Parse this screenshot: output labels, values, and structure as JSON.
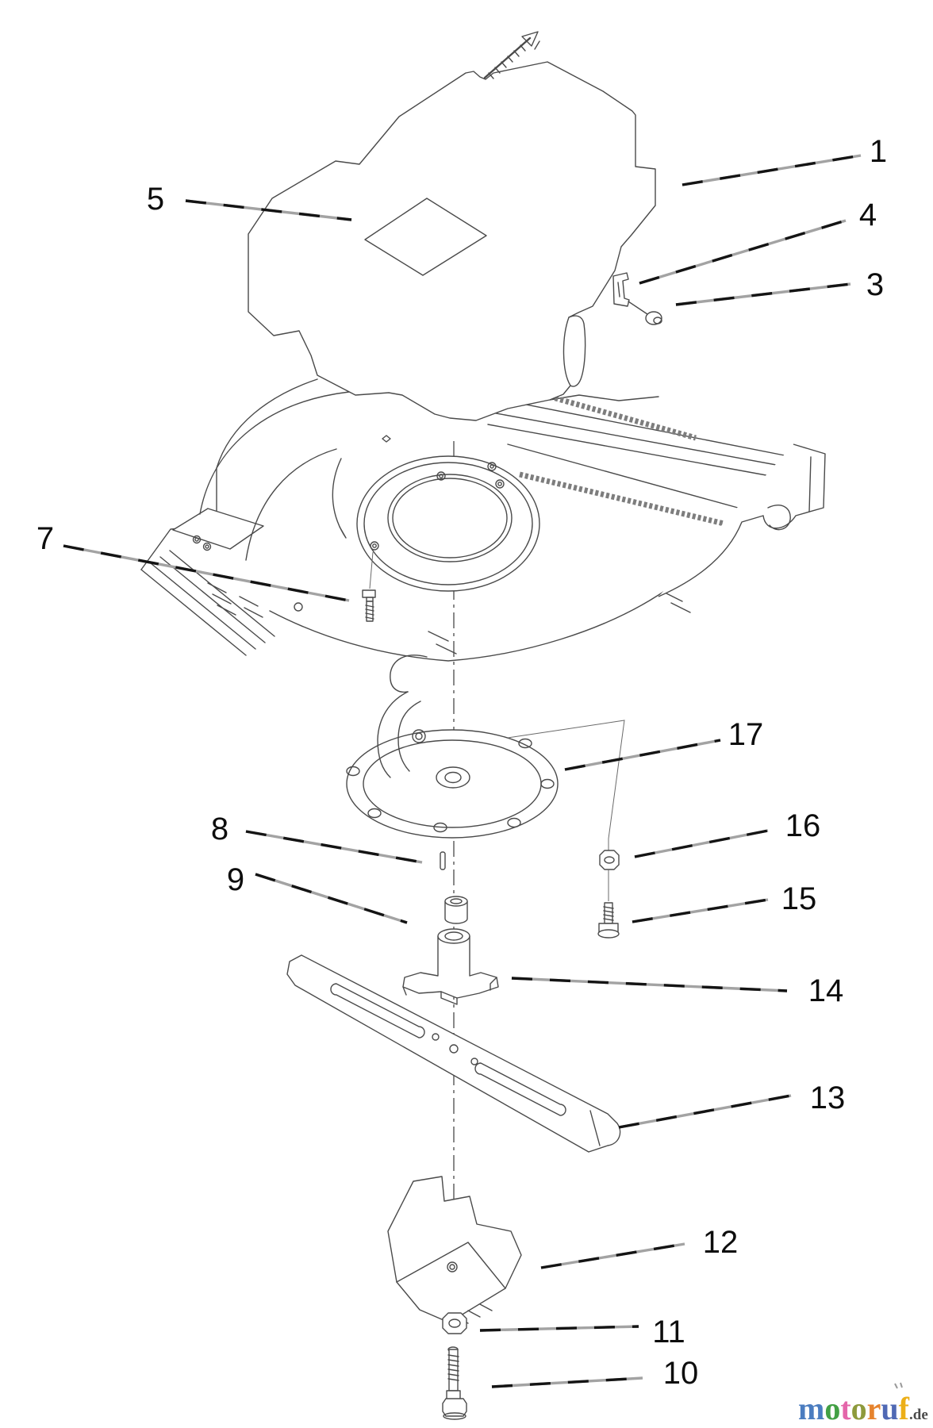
{
  "figure": {
    "kind": "exploded-parts-diagram",
    "callouts": [
      {
        "label": "1"
      },
      {
        "label": "3"
      },
      {
        "label": "4"
      },
      {
        "label": "5"
      },
      {
        "label": "7"
      },
      {
        "label": "8"
      },
      {
        "label": "9"
      },
      {
        "label": "10"
      },
      {
        "label": "11"
      },
      {
        "label": "12"
      },
      {
        "label": "13"
      },
      {
        "label": "14"
      },
      {
        "label": "15"
      },
      {
        "label": "16"
      },
      {
        "label": "17"
      }
    ]
  },
  "watermark": {
    "brand_letters": [
      {
        "ch": "m",
        "color": "#4b7dc0"
      },
      {
        "ch": "o",
        "color": "#42a044"
      },
      {
        "ch": "t",
        "color": "#e466aa"
      },
      {
        "ch": "o",
        "color": "#8e9a3c"
      },
      {
        "ch": "r",
        "color": "#e6832d"
      },
      {
        "ch": "u",
        "color": "#5069b4"
      },
      {
        "ch": "f",
        "color": "#ecaf18"
      }
    ],
    "suffix": ".de",
    "suffix_color": "#4a4a4a"
  }
}
